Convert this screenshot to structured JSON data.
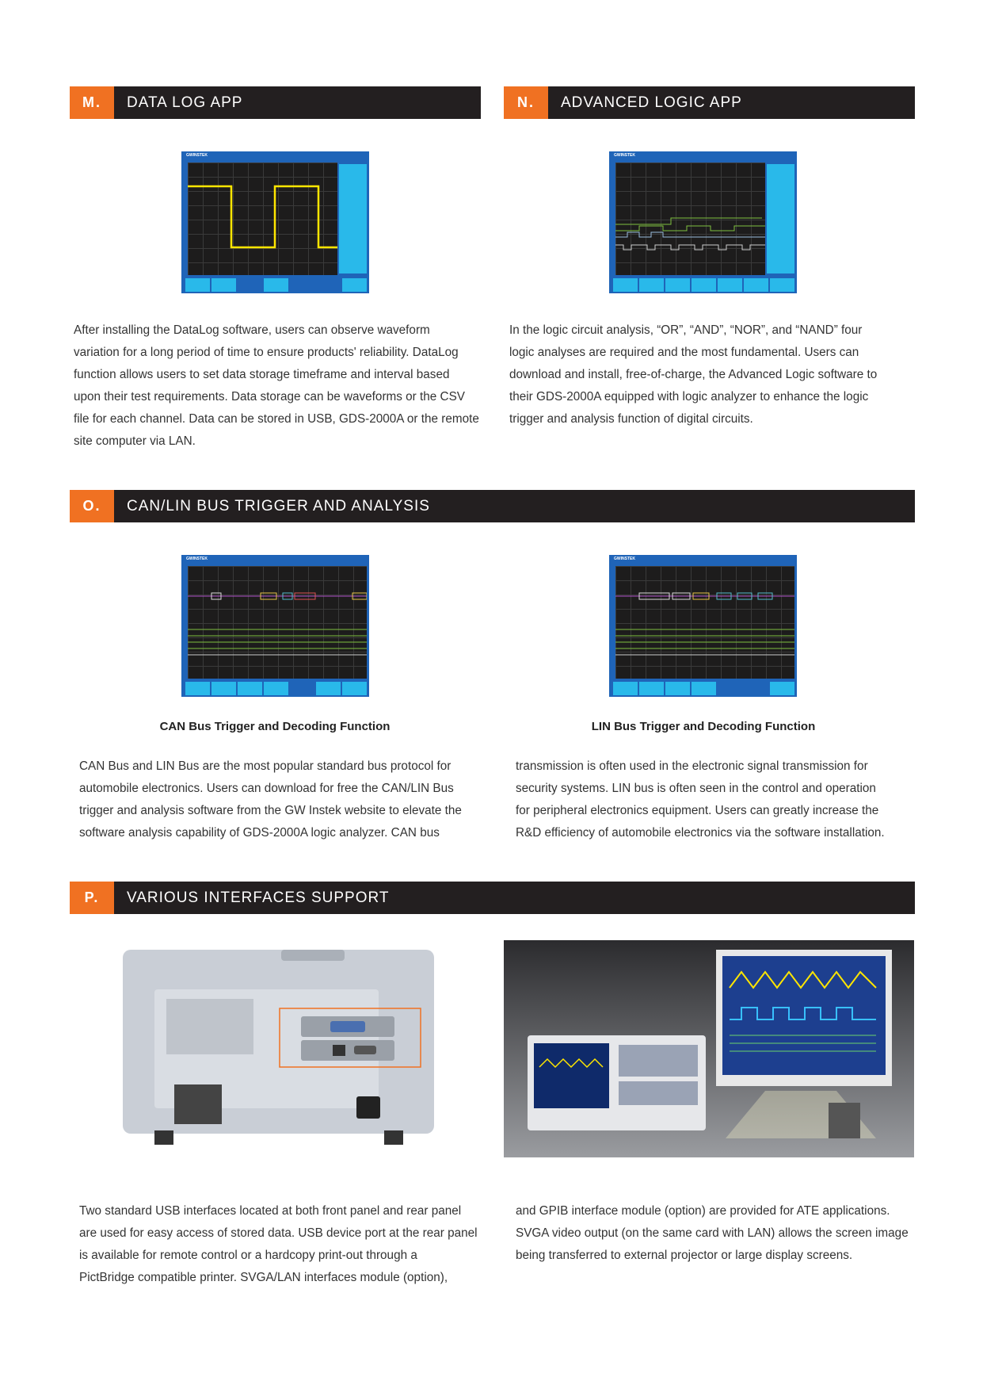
{
  "sections": {
    "m": {
      "letter": "M.",
      "title": "DATA LOG APP",
      "paragraph": [
        "After installing the DataLog software, users can observe waveform",
        "variation for a long period of time to ensure products' reliability. DataLog",
        "function allows users to set data storage timeframe and interval based",
        "upon their test requirements. Data storage can be waveforms or the CSV",
        "file for each channel. Data can be stored in USB, GDS-2000A or the remote",
        "site computer via LAN."
      ]
    },
    "n": {
      "letter": "N.",
      "title": "ADVANCED LOGIC APP",
      "paragraph": [
        "In the logic circuit analysis, “OR”, “AND”, “NOR”, and “NAND” four",
        "logic analyses are required and the most fundamental. Users can",
        "download and install, free-of-charge, the Advanced Logic software to",
        "their GDS-2000A equipped with logic analyzer to enhance the logic",
        "trigger and analysis function of digital circuits."
      ]
    },
    "o": {
      "letter": "O.",
      "title": "CAN/LIN BUS TRIGGER AND ANALYSIS",
      "can_caption": "CAN Bus Trigger and Decoding Function",
      "lin_caption": "LIN Bus Trigger and Decoding Function",
      "paragraph_left": [
        "CAN Bus and LIN Bus are the most popular standard bus protocol for",
        "automobile electronics. Users can download for free the CAN/LIN Bus",
        "trigger and analysis software from the GW Instek website to elevate the",
        "software analysis capability of GDS-2000A logic analyzer. CAN bus"
      ],
      "paragraph_right": [
        "transmission is often used in the electronic signal transmission for",
        "security systems. LIN bus is often seen in the control and operation",
        "for peripheral electronics equipment. Users can greatly increase the",
        "R&D efficiency of automobile electronics via the software installation."
      ]
    },
    "p": {
      "letter": "P.",
      "title": "VARIOUS  INTERFACES  SUPPORT",
      "paragraph_left": [
        "Two standard USB interfaces located at both front panel and rear panel",
        "are used for easy access of stored data. USB device port at the rear panel",
        "is available for remote control or a hardcopy print-out through a",
        "PictBridge compatible printer. SVGA/LAN interfaces module (option),"
      ],
      "paragraph_right": [
        "and GPIB interface module (option) are provided for ATE applications.",
        "SVGA video output (on the same card with LAN) allows the screen image",
        "being transferred to external projector or large display screens."
      ]
    }
  },
  "scope_brand": "GWINSTEK",
  "colors": {
    "accent": "#f07122",
    "header_bg": "#231f20",
    "scope_blue": "#1f64b8",
    "menu_cyan": "#29b9ea"
  }
}
